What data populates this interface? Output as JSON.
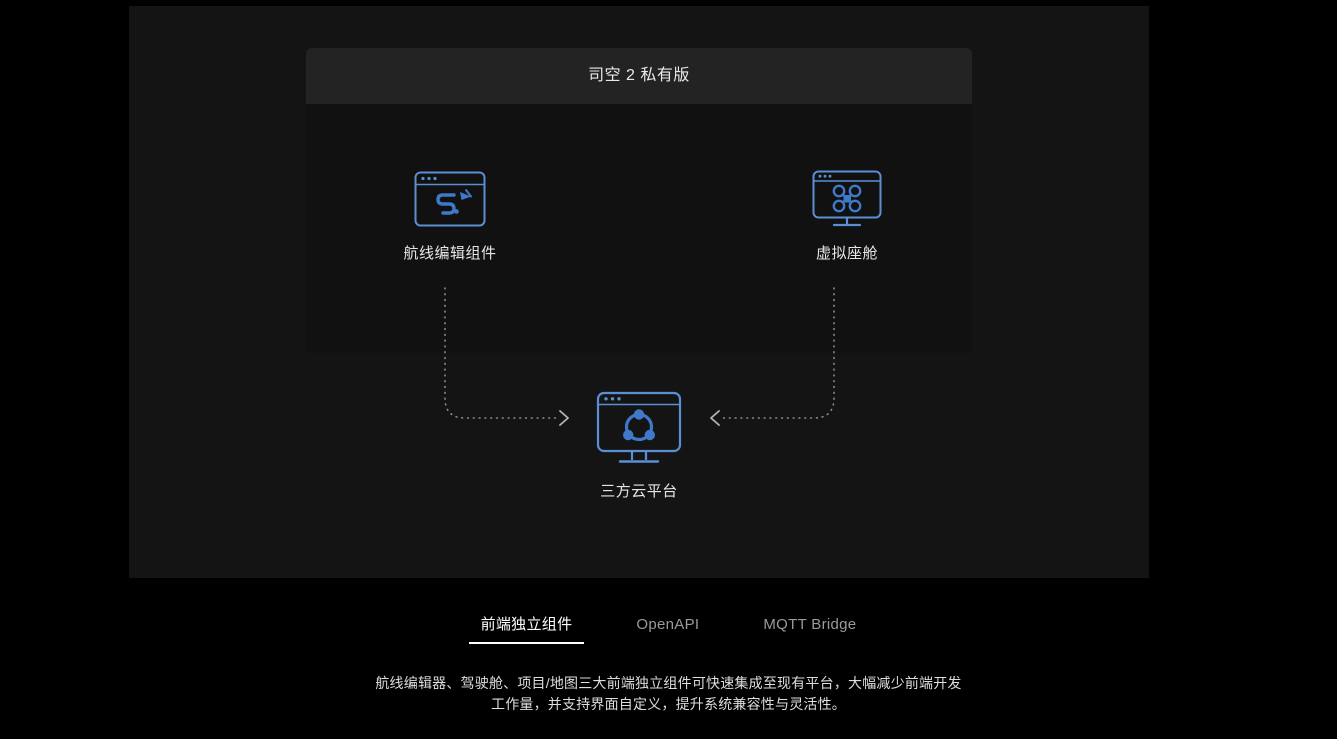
{
  "window": {
    "title": "司空 2 私有版"
  },
  "nodes": [
    {
      "id": "route-editor",
      "label": "航线编辑组件",
      "icon": "route-editor-icon"
    },
    {
      "id": "virtual-cockpit",
      "label": "虚拟座舱",
      "icon": "virtual-cockpit-icon"
    },
    {
      "id": "third-party-cloud",
      "label": "三方云平台",
      "icon": "third-party-cloud-icon"
    }
  ],
  "connectors": [
    {
      "id": "route-to-cloud",
      "direction": "right",
      "style": "dotted"
    },
    {
      "id": "cockpit-to-cloud",
      "direction": "left",
      "style": "dotted"
    }
  ],
  "tabs": [
    {
      "label": "前端独立组件",
      "active": true
    },
    {
      "label": "OpenAPI",
      "active": false
    },
    {
      "label": "MQTT Bridge",
      "active": false
    }
  ],
  "description": "航线编辑器、驾驶舱、项目/地图三大前端独立组件可快速集成至现有平台，大幅减少前端开发工作量，并支持界面自定义，提升系统兼容性与灵活性。",
  "colors": {
    "page_background": "#000000",
    "card_background": "#141414",
    "titlebar_background": "#232323",
    "window_body_background": "#111111",
    "icon_accent": "#5b8fd4",
    "icon_fill": "#3f79c9",
    "text_primary": "#e6e6e6",
    "text_muted": "#9a9a9a",
    "connector": "#8c8c8c",
    "active_tab": "#ffffff"
  }
}
